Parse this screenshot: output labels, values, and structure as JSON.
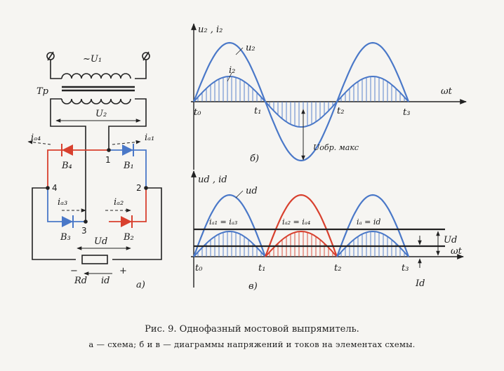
{
  "circuit": {
    "ac_source": "~U₁",
    "transformer": "Тр",
    "secondary_voltage": "U₂",
    "diode_labels": [
      "B₁",
      "B₂",
      "B₃",
      "B₄"
    ],
    "node_labels": [
      "1",
      "2",
      "3",
      "4"
    ],
    "current_labels": [
      "iₐ₁",
      "iₐ₂",
      "iₐ₃",
      "iₐ₄"
    ],
    "load_voltage": "Ud",
    "load_resistor": "Rd",
    "load_current": "id",
    "minus": "−",
    "plus": "+",
    "panel_label": "а)"
  },
  "diagram_b": {
    "y_axis": "u₂ , i₂",
    "x_axis": "ωt",
    "voltage_curve": "u₂",
    "current_curve": "i₂",
    "ticks": [
      "t₀",
      "t₁",
      "t₂",
      "t₃"
    ],
    "reverse_voltage": "Uобр. макс",
    "panel_label": "б)"
  },
  "diagram_c": {
    "y_axis": "ud , id",
    "x_axis": "ωt",
    "voltage_curve": "ud",
    "ticks": [
      "t₀",
      "t₁",
      "t₂",
      "t₃"
    ],
    "annotations": [
      "iₐ₁ = iₐ₃",
      "iₐ₂ = iₐ₄",
      "iₐ = id"
    ],
    "avg_voltage": "Ud",
    "avg_current": "Id",
    "panel_label": "в)"
  },
  "colors": {
    "voltage": "#4a78c8",
    "current_red": "#d8402e",
    "wire": "#222222"
  },
  "caption": {
    "title": "Рис. 9. Однофазный мостовой выпрямитель.",
    "subtitle": "а — схема; б и в — диаграммы напряжений и токов на элементах схемы."
  }
}
